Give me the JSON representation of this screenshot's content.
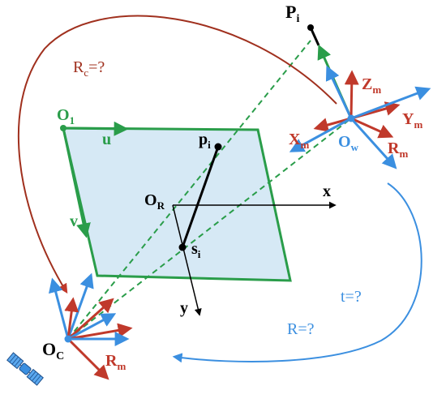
{
  "colors": {
    "green": "#2a9d4a",
    "red": "#c0392b",
    "blue": "#3b8fe0",
    "black": "#000000",
    "plane_fill": "#d6e9f5",
    "dark_red": "#a0301e"
  },
  "labels": {
    "P_i": {
      "main": "P",
      "sub": "i"
    },
    "Z_m": {
      "main": "Z",
      "sub": "m"
    },
    "Y_m": {
      "main": "Y",
      "sub": "m"
    },
    "X_m": {
      "main": "X",
      "sub": "m"
    },
    "O_w": {
      "main": "O",
      "sub": "w"
    },
    "R_m_world": {
      "main": "R",
      "sub": "m"
    },
    "R_c": "R",
    "R_c_sub": "c",
    "R_c_suffix": "=?",
    "O_1": {
      "main": "O",
      "sub": "1"
    },
    "u": "u",
    "v": "v",
    "p_i": {
      "main": "p",
      "sub": "i"
    },
    "O_R": {
      "main": "O",
      "sub": "R"
    },
    "x": "x",
    "y": "y",
    "s_i": {
      "main": "s",
      "sub": "i"
    },
    "t": "t=?",
    "R": "R=?",
    "O_C": {
      "main": "O",
      "sub": "C"
    },
    "R_m_cam": {
      "main": "R",
      "sub": "m"
    }
  },
  "icons": {
    "satellite": "satellite-icon"
  }
}
